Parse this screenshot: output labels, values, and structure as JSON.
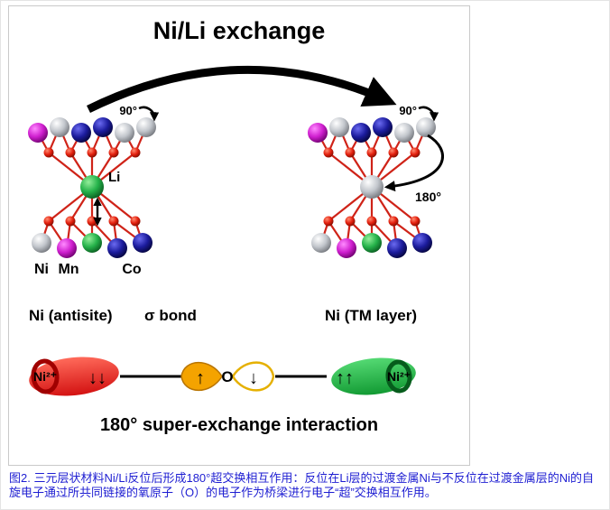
{
  "figure": {
    "title": "Ni/Li exchange",
    "left_structure": {
      "angle_label": "90°",
      "center_label": "Li",
      "atom_labels": [
        "Ni",
        "Mn",
        "Co"
      ]
    },
    "right_structure": {
      "angle_label": "90°",
      "exchange_angle_label": "180°"
    },
    "bond_section": {
      "left_label": "Ni (antisite)",
      "bond_label": "σ bond",
      "right_label": "Ni (TM layer)"
    },
    "exchange_diagram": {
      "left_ion": "Ni²⁺",
      "left_spins": "↓↓",
      "oxygen_label": "O",
      "oxygen_spin_up": "↑",
      "oxygen_spin_down": "↓",
      "right_spins": "↑↑",
      "right_ion": "Ni²⁺",
      "caption": "180° super-exchange interaction"
    }
  },
  "caption": {
    "text": "图2. 三元层状材料Ni/Li反位后形成180°超交换相互作用：反位在Li层的过渡金属Ni与不反位在过渡金属层的Ni的自旋电子通过所共同链接的氧原子（O）的电子作为桥梁进行电子“超”交换相互作用。"
  },
  "colors": {
    "caption_text": "#1e1ed2",
    "ni_antisite_disc": "#d31212",
    "oxygen_lobe": "#f4a300",
    "ni_tm_disc": "#129a33",
    "bond": "#cf2318",
    "mn_atom": "#cf1fcf",
    "co_atom": "#1c1c9e",
    "li_atom": "#25b24a",
    "ni_atom": "#c2c6cc"
  }
}
